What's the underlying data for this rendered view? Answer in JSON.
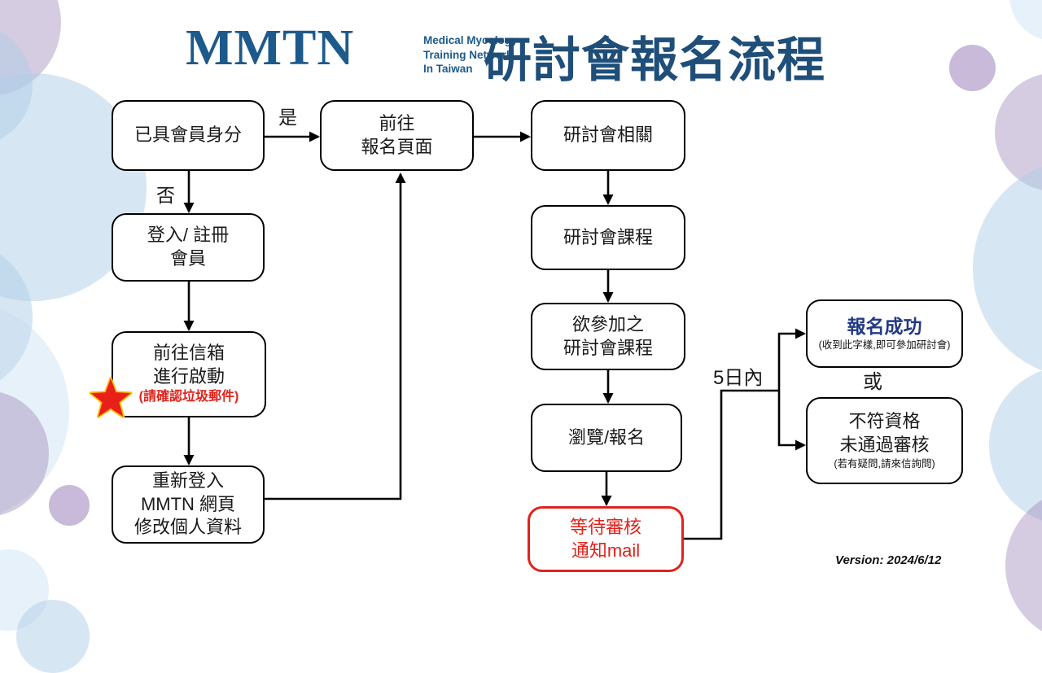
{
  "header": {
    "logo": {
      "acronym": "MMTN",
      "sub_lines": [
        "Medical Mycology",
        "Training Network",
        "In Taiwan"
      ]
    },
    "title": "研討會報名流程"
  },
  "flow": {
    "boxes": {
      "member": {
        "lines": [
          "已具會員身分"
        ]
      },
      "goto_reg": {
        "lines": [
          "前往",
          "報名頁面"
        ]
      },
      "seminar_related": {
        "lines": [
          "研討會相關"
        ]
      },
      "login": {
        "lines": [
          "登入/ 註冊",
          "會員"
        ]
      },
      "mailbox": {
        "lines": [
          "前往信箱",
          "進行啟動"
        ],
        "note": "(請確認垃圾郵件)"
      },
      "relogin": {
        "lines": [
          "重新登入",
          "MMTN 網頁",
          "修改個人資料"
        ]
      },
      "seminar_course": {
        "lines": [
          "研討會課程"
        ]
      },
      "attend": {
        "lines": [
          "欲參加之",
          "研討會課程"
        ]
      },
      "browse": {
        "lines": [
          "瀏覽/報名"
        ]
      },
      "wait": {
        "lines": [
          "等待審核",
          "通知mail"
        ]
      },
      "success": {
        "title": "報名成功",
        "note": "(收到此字樣,即可參加研討會)"
      },
      "fail": {
        "lines": [
          "不符資格",
          "未通過審核"
        ],
        "note": "(若有疑問,請來信詢問)"
      }
    },
    "labels": {
      "yes": "是",
      "no": "否",
      "within_days": "5日內",
      "or": "或"
    }
  },
  "footer": {
    "version": "Version: 2024/6/12"
  },
  "colors": {
    "title_blue": "#1f4e79",
    "logo_blue": "#1d5a8c",
    "success_navy": "#233a84",
    "alert_red": "#e0231b",
    "star_red": "#e8201a",
    "star_outline": "#ffc000",
    "decor_blue": "#b0cee8",
    "decor_purple": "#a28ebd"
  }
}
